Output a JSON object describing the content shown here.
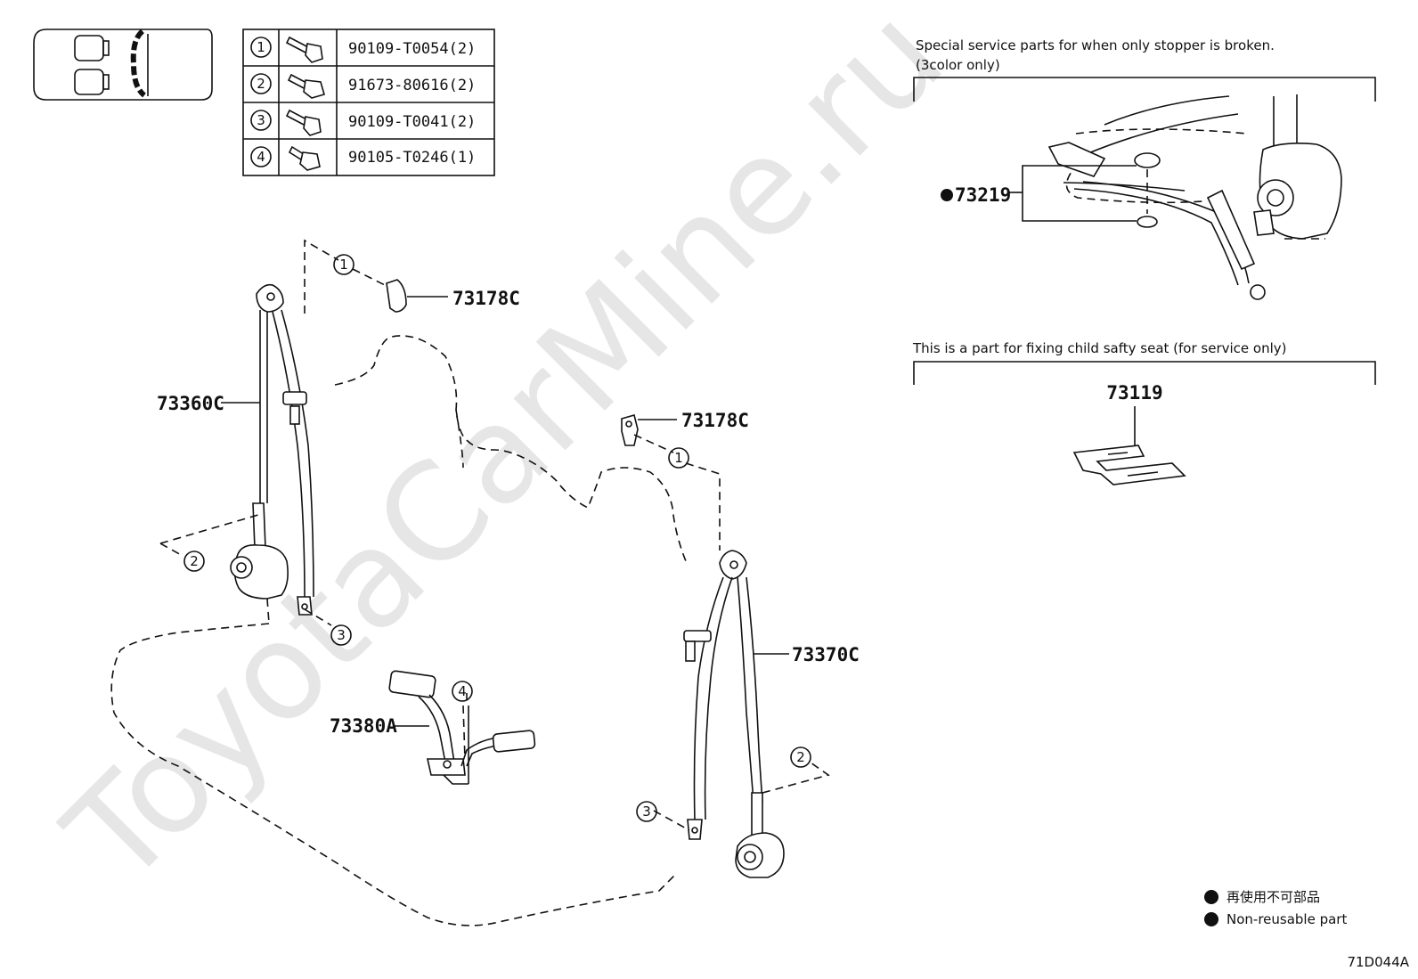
{
  "watermark": "ToyotaCarMine.ru",
  "fastener_table": [
    {
      "num": "1",
      "part": "90109-T0054(2)"
    },
    {
      "num": "2",
      "part": "91673-80616(2)"
    },
    {
      "num": "3",
      "part": "90109-T0041(2)"
    },
    {
      "num": "4",
      "part": "90105-T0246(1)"
    }
  ],
  "labels": {
    "cover_upper_left": "73178C",
    "cover_upper_right": "73178C",
    "belt_left": "73360C",
    "belt_right": "73370C",
    "center_buckle": "73380A",
    "stopper_kit": "73219",
    "child_seat_part": "73119"
  },
  "callouts": {
    "c1a": "1",
    "c1b": "1",
    "c2a": "2",
    "c2b": "2",
    "c3a": "3",
    "c3b": "3",
    "c4": "4"
  },
  "notes": {
    "stopper_line1": "Special service parts for when only stopper is broken.",
    "stopper_line2": "(3color only)",
    "child_seat": "This is a part for fixing child safty seat (for service only)"
  },
  "legend": {
    "jp": "再使用不可部品",
    "en": "Non-reusable part"
  },
  "diagram_code": "71D044A"
}
